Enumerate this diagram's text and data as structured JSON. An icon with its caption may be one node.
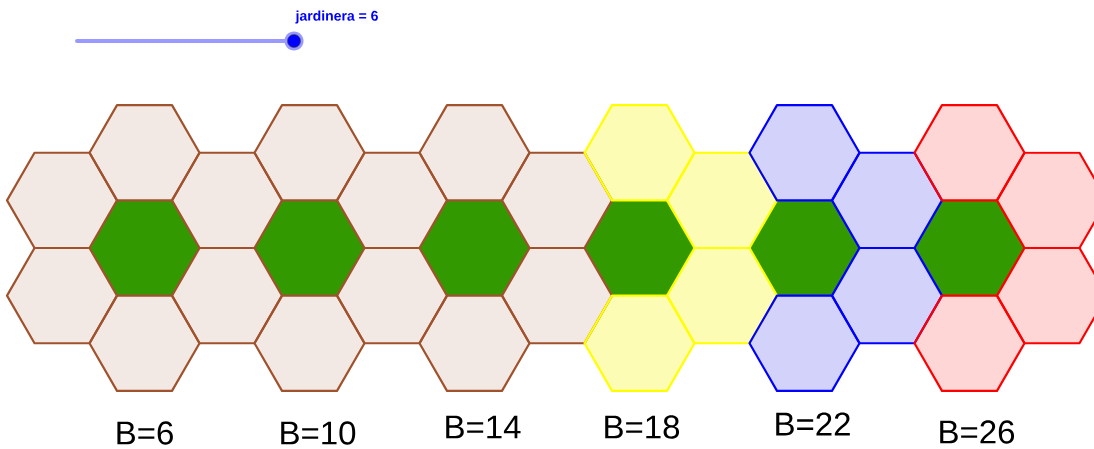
{
  "diagram": {
    "labels": [
      "jardinera = 6",
      "B=6",
      "B=10",
      "B=14",
      "B=18",
      "B=22",
      "B=26"
    ]
  }
}
